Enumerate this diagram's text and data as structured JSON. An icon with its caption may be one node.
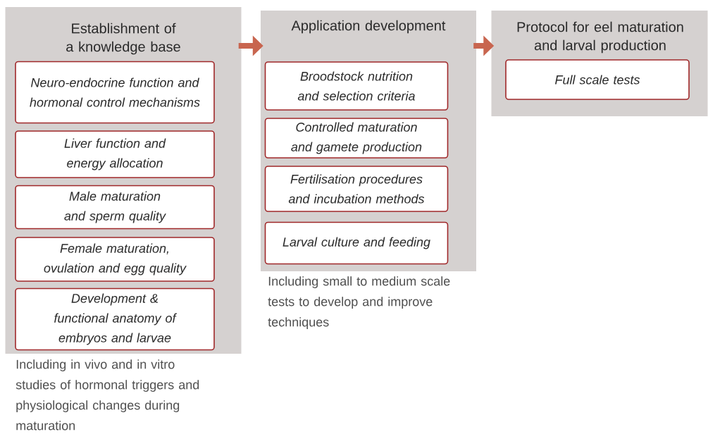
{
  "diagram": {
    "nodes": [
      {
        "text": [
          "Establishment of a knowledge base"
        ],
        "beside": [
          "Including in vivo and in vitro studies of hormonal triggers and physiological changes during maturation"
        ]
      },
      {
        "text": [
          "Neuro-endocrine function and hormonal control mechanisms"
        ],
        "in": 0
      },
      {
        "text": [
          "Liver function and energy allocation"
        ],
        "in": 0
      },
      {
        "text": [
          "Male maturation and sperm quality"
        ],
        "in": 0
      },
      {
        "text": [
          "Female maturation, ovulation and egg quality"
        ],
        "in": 0
      },
      {
        "text": [
          "Development & functional anatomy of embryos and larvae"
        ],
        "in": 0
      },
      {
        "text": [
          "Application development"
        ],
        "beside": [
          "Including small to medium scale tests to develop and improve techniques"
        ]
      },
      {
        "text": [
          "Broodstock nutrition and selection criteria"
        ],
        "in": 6
      },
      {
        "text": [
          "Controlled maturation and gamete production"
        ],
        "in": 6
      },
      {
        "text": [
          "Fertilisation procedures and incubation methods"
        ],
        "in": 6
      },
      {
        "text": [
          "Larval culture and feeding"
        ],
        "in": 6
      },
      {
        "text": [
          "Protocol for eel maturation and larval production"
        ]
      },
      {
        "text": [
          "Full scale tests"
        ],
        "in": 11
      }
    ],
    "edges": [
      {
        "from": 0,
        "to": 6,
        "arrow": "to"
      },
      {
        "from": 6,
        "to": 11,
        "arrow": "to"
      }
    ]
  }
}
